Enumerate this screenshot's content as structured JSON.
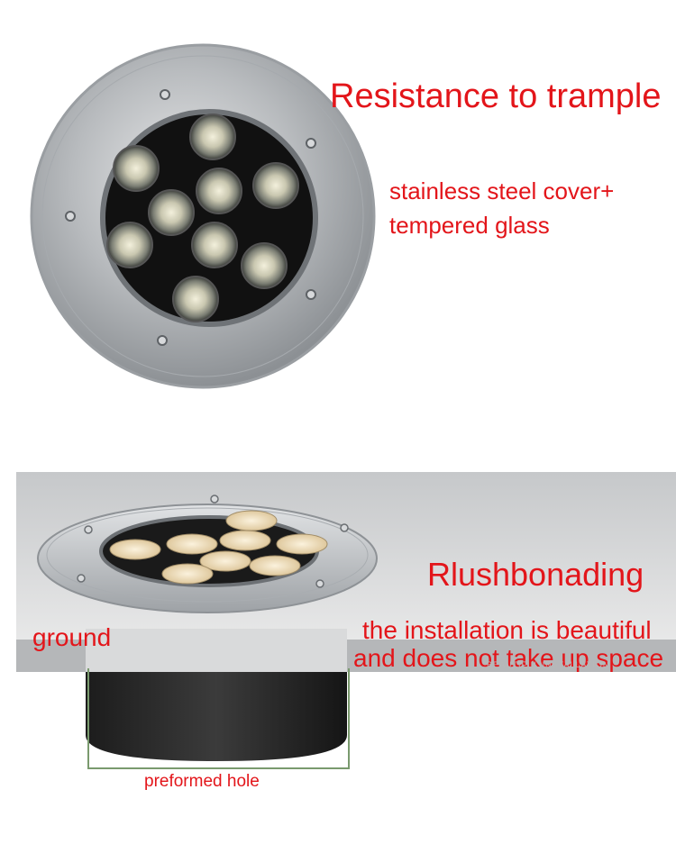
{
  "top_section": {
    "title": "Resistance to trample",
    "subtitle_line1": "stainless steel cover+",
    "subtitle_line2": "tempered glass"
  },
  "bottom_section": {
    "title": "Rlushbonading",
    "description_line1": "the installation is beautiful",
    "description_line2": "and does not take up space",
    "ground_label": "ground",
    "hole_label": "preformed hole",
    "watermark": "BEAUTIFUL INSTALLATION"
  },
  "colors": {
    "annotation_red": "#e3151a",
    "steel": "#b9bcbf",
    "lens_warm": "#f2ddb3",
    "bracket_green": "#7a9a6e"
  },
  "icons": {
    "product_top_view": "led-inground-light-top-icon",
    "product_side_view": "led-inground-light-installed-icon"
  }
}
